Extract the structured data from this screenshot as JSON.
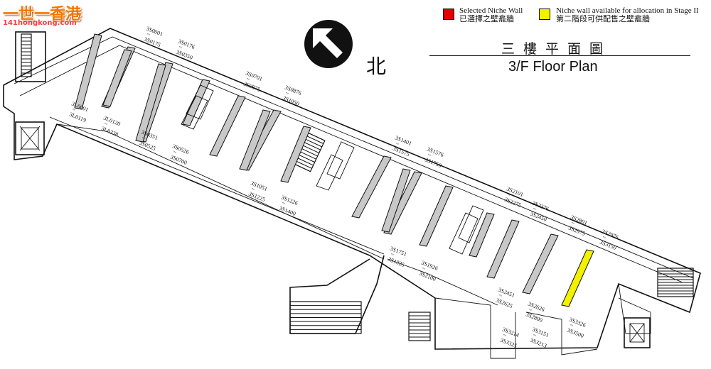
{
  "logo": {
    "name": "一世一香港",
    "url": "141hongkong.com"
  },
  "legend": [
    {
      "color": "#e00000",
      "text_en": "Selected Niche Wall",
      "text_zh": "已選擇之壁龕牆"
    },
    {
      "color": "#f2f200",
      "text_en": "Niche wall available for allocation in Stage II",
      "text_zh": "第二階段可供配售之壁龕牆"
    }
  ],
  "title": {
    "zh": "三樓平面圖",
    "en": "3/F Floor Plan"
  },
  "north": {
    "char": "北",
    "icon": "north-arrow-icon"
  },
  "niche_walls": [
    {
      "start": "3L0001",
      "end": "3L0119"
    },
    {
      "start": "3L0120",
      "end": "3L0238"
    },
    {
      "start": "3S0001",
      "end": "3S0175"
    },
    {
      "start": "3S0176",
      "end": "3S0350"
    },
    {
      "start": "3S0351",
      "end": "3S0525"
    },
    {
      "start": "3S0526",
      "end": "3S0700"
    },
    {
      "start": "3S0701",
      "end": "3S0875"
    },
    {
      "start": "3S0876",
      "end": "3S1050"
    },
    {
      "start": "3S1051",
      "end": "3S1225"
    },
    {
      "start": "3S1226",
      "end": "3S1400"
    },
    {
      "start": "3S1401",
      "end": "3S1575"
    },
    {
      "start": "3S1576",
      "end": "3S1750"
    },
    {
      "start": "3S1751",
      "end": "3S1925"
    },
    {
      "start": "3S1926",
      "end": "3S2100"
    },
    {
      "start": "3S2101",
      "end": "3S2275"
    },
    {
      "start": "3S2276",
      "end": "3S2450"
    },
    {
      "start": "3S2451",
      "end": "3S2625"
    },
    {
      "start": "3S2626",
      "end": "3S2800"
    },
    {
      "start": "3S2801",
      "end": "3S2975"
    },
    {
      "start": "3S2976",
      "end": "3S3150"
    },
    {
      "start": "3S3151",
      "end": "3S3213"
    },
    {
      "start": "3S3214",
      "end": "3S3325"
    },
    {
      "start": "3S3326",
      "end": "3S3500"
    }
  ]
}
